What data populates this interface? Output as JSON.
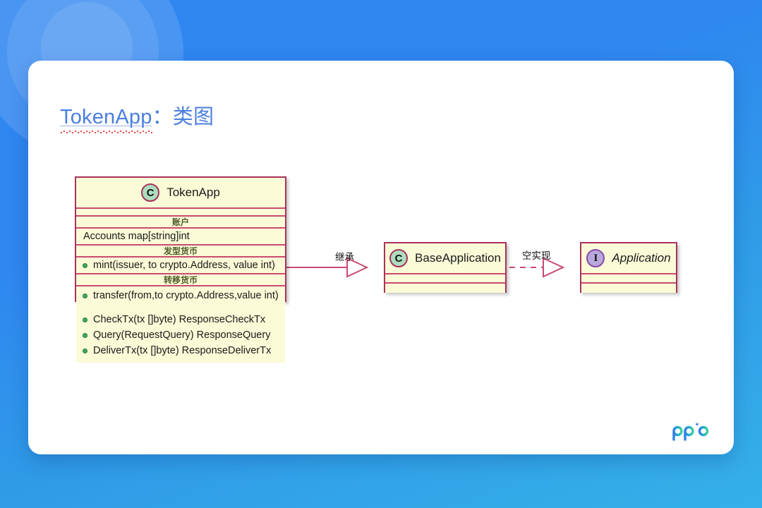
{
  "slide": {
    "title_latin": "TokenApp",
    "title_separator": "：",
    "title_cn": "类图",
    "brand_logo": "ppio-logo"
  },
  "colors": {
    "background_top": "#2f86f0",
    "background_bottom": "#35b0e8",
    "card": "#ffffff",
    "title_text": "#4a7fe0",
    "spell_underline": "#e05252",
    "uml_fill": "#fbfbd8",
    "uml_border": "#a8325b",
    "uml_inner_line": "#c94a70",
    "class_badge_fill": "#adddbe",
    "interface_badge_fill": "#b8a9dd",
    "member_dot": "#3fa65f",
    "separator_label": "#4f5b28"
  },
  "diagram": {
    "type": "uml-class-diagram",
    "classes": [
      {
        "id": "tokenapp",
        "name": "TokenApp",
        "stereotype": "class",
        "badge": "C",
        "italic": false,
        "sections": [
          {
            "kind": "separator",
            "label": "账户"
          },
          {
            "kind": "members",
            "items": [
              {
                "text": "Accounts map[string]int",
                "visibility": "none"
              }
            ]
          },
          {
            "kind": "separator",
            "label": "发型货币"
          },
          {
            "kind": "members",
            "items": [
              {
                "text": "mint(issuer, to crypto.Address, value int)",
                "visibility": "public"
              }
            ]
          },
          {
            "kind": "separator",
            "label": "转移货币"
          },
          {
            "kind": "members",
            "items": [
              {
                "text": "transfer(from,to crypto.Address,value int)",
                "visibility": "public"
              }
            ]
          },
          {
            "kind": "members",
            "items": [
              {
                "text": "CheckTx(tx []byte) ResponseCheckTx",
                "visibility": "public"
              },
              {
                "text": "Query(RequestQuery) ResponseQuery",
                "visibility": "public"
              },
              {
                "text": "DeliverTx(tx []byte) ResponseDeliverTx",
                "visibility": "public"
              }
            ]
          }
        ]
      },
      {
        "id": "baseapplication",
        "name": "BaseApplication",
        "stereotype": "class",
        "badge": "C",
        "italic": false,
        "sections": []
      },
      {
        "id": "application",
        "name": "Application",
        "stereotype": "interface",
        "badge": "I",
        "italic": true,
        "sections": []
      }
    ],
    "relations": [
      {
        "id": "inheritance",
        "label": "继承",
        "from": "tokenapp",
        "to": "baseapplication",
        "style": "solid",
        "arrow": "hollow-triangle"
      },
      {
        "id": "realization",
        "label": "空实现",
        "from": "baseapplication",
        "to": "application",
        "style": "dashed",
        "arrow": "hollow-triangle"
      }
    ]
  }
}
